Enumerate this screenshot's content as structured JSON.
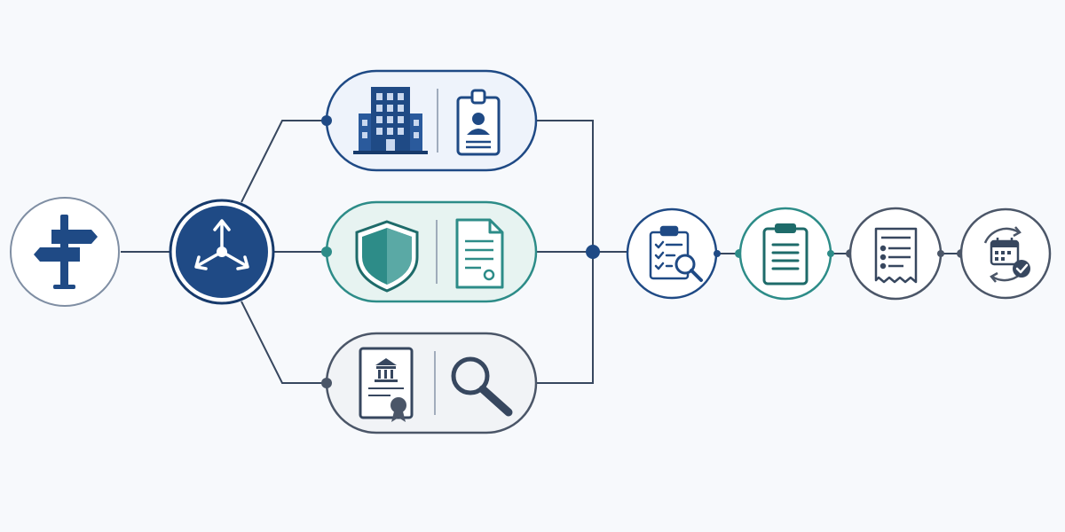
{
  "colors": {
    "background": "#f7f9fc",
    "navy": "#1f4a85",
    "navy_dark": "#173a6b",
    "teal": "#2d8c88",
    "teal_light": "#5aa9a5",
    "slate": "#4b5668",
    "line": "#37475f",
    "pill_fill_blue": "#eef3fb",
    "pill_fill_teal": "#e7f3f1",
    "pill_fill_slate": "#f1f3f6"
  },
  "nodes": {
    "start": {
      "icon": "signpost-icon"
    },
    "branch": {
      "icon": "branching-arrows-icon"
    },
    "options": [
      {
        "id": "option-organization",
        "icons": [
          "office-building-icon",
          "id-badge-icon"
        ],
        "accent": "navy"
      },
      {
        "id": "option-protection",
        "icons": [
          "shield-icon",
          "document-icon"
        ],
        "accent": "teal"
      },
      {
        "id": "option-verification",
        "icons": [
          "certificate-icon",
          "magnifier-icon"
        ],
        "accent": "slate"
      }
    ],
    "steps": [
      {
        "icon": "checklist-review-icon",
        "accent": "navy"
      },
      {
        "icon": "clipboard-icon",
        "accent": "teal"
      },
      {
        "icon": "receipt-list-icon",
        "accent": "slate"
      },
      {
        "icon": "calendar-check-icon",
        "accent": "slate"
      }
    ]
  }
}
